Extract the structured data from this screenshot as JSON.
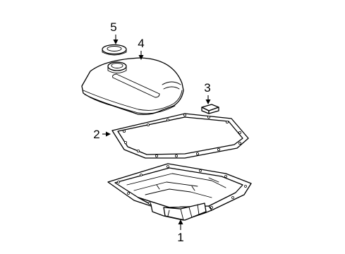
{
  "callouts": [
    {
      "id": "1",
      "label": "1",
      "part": "oil-pan"
    },
    {
      "id": "2",
      "label": "2",
      "part": "pan-gasket"
    },
    {
      "id": "3",
      "label": "3",
      "part": "magnet"
    },
    {
      "id": "4",
      "label": "4",
      "part": "filter"
    },
    {
      "id": "5",
      "label": "5",
      "part": "seal-ring"
    }
  ],
  "colors": {
    "line": "#000000",
    "background": "#ffffff"
  }
}
